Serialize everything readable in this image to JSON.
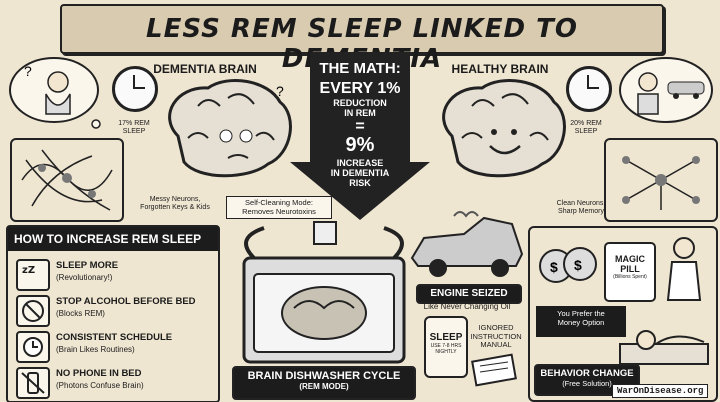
{
  "title": "LESS REM SLEEP LINKED TO DEMENTIA",
  "left": {
    "heading": "DEMENTIA BRAIN",
    "clock_label": "17% REM\nSLEEP",
    "neurons_label": "Messy Neurons,\nForgotten Keys & Kids"
  },
  "right": {
    "heading": "HEALTHY BRAIN",
    "clock_label": "20% REM\nSLEEP",
    "neurons_label": "Clean Neurons,\nSharp Memory"
  },
  "math": {
    "title": "THE MATH:",
    "every": "EVERY 1%",
    "reduction": "REDUCTION\nIN REM",
    "equals": "=",
    "percent": "9%",
    "increase": "INCREASE\nIN DEMENTIA\nRISK"
  },
  "howto": {
    "heading": "HOW TO INCREASE REM SLEEP",
    "tips": [
      {
        "title": "SLEEP MORE",
        "sub": "(Revolutionary!)",
        "icon": "sleep-icon"
      },
      {
        "title": "STOP ALCOHOL BEFORE BED",
        "sub": "(Blocks REM)",
        "icon": "no-alcohol-icon"
      },
      {
        "title": "CONSISTENT SCHEDULE",
        "sub": "(Brain Likes Routines)",
        "icon": "clock-calendar-icon"
      },
      {
        "title": "NO PHONE IN BED",
        "sub": "(Photons Confuse Brain)",
        "icon": "no-phone-icon"
      }
    ]
  },
  "dishwasher": {
    "note": "Self-Cleaning Mode:\nRemoves Neurotoxins",
    "caption": "BRAIN DISHWASHER CYCLE",
    "sub": "(REM MODE)"
  },
  "engine": {
    "caption": "ENGINE SEIZED",
    "sub": "Like Never Changing Oil"
  },
  "manual": {
    "bottle_word": "SLEEP",
    "bottle_sub": "USE 7-8 HRS\nNIGHTLY",
    "label": "IGNORED\nINSTRUCTION\nMANUAL"
  },
  "pill": {
    "title": "MAGIC\nPILL",
    "sub": "(Billions Spent)",
    "money_note": "You Prefer the\nMoney Option"
  },
  "behavior": {
    "caption": "BEHAVIOR CHANGE",
    "sub": "(Free Solution)"
  },
  "watermark": "WarOnDisease.org",
  "colors": {
    "ink": "#1b1b1b",
    "paper": "#efe6d2",
    "banner": "#d8cbb0"
  }
}
